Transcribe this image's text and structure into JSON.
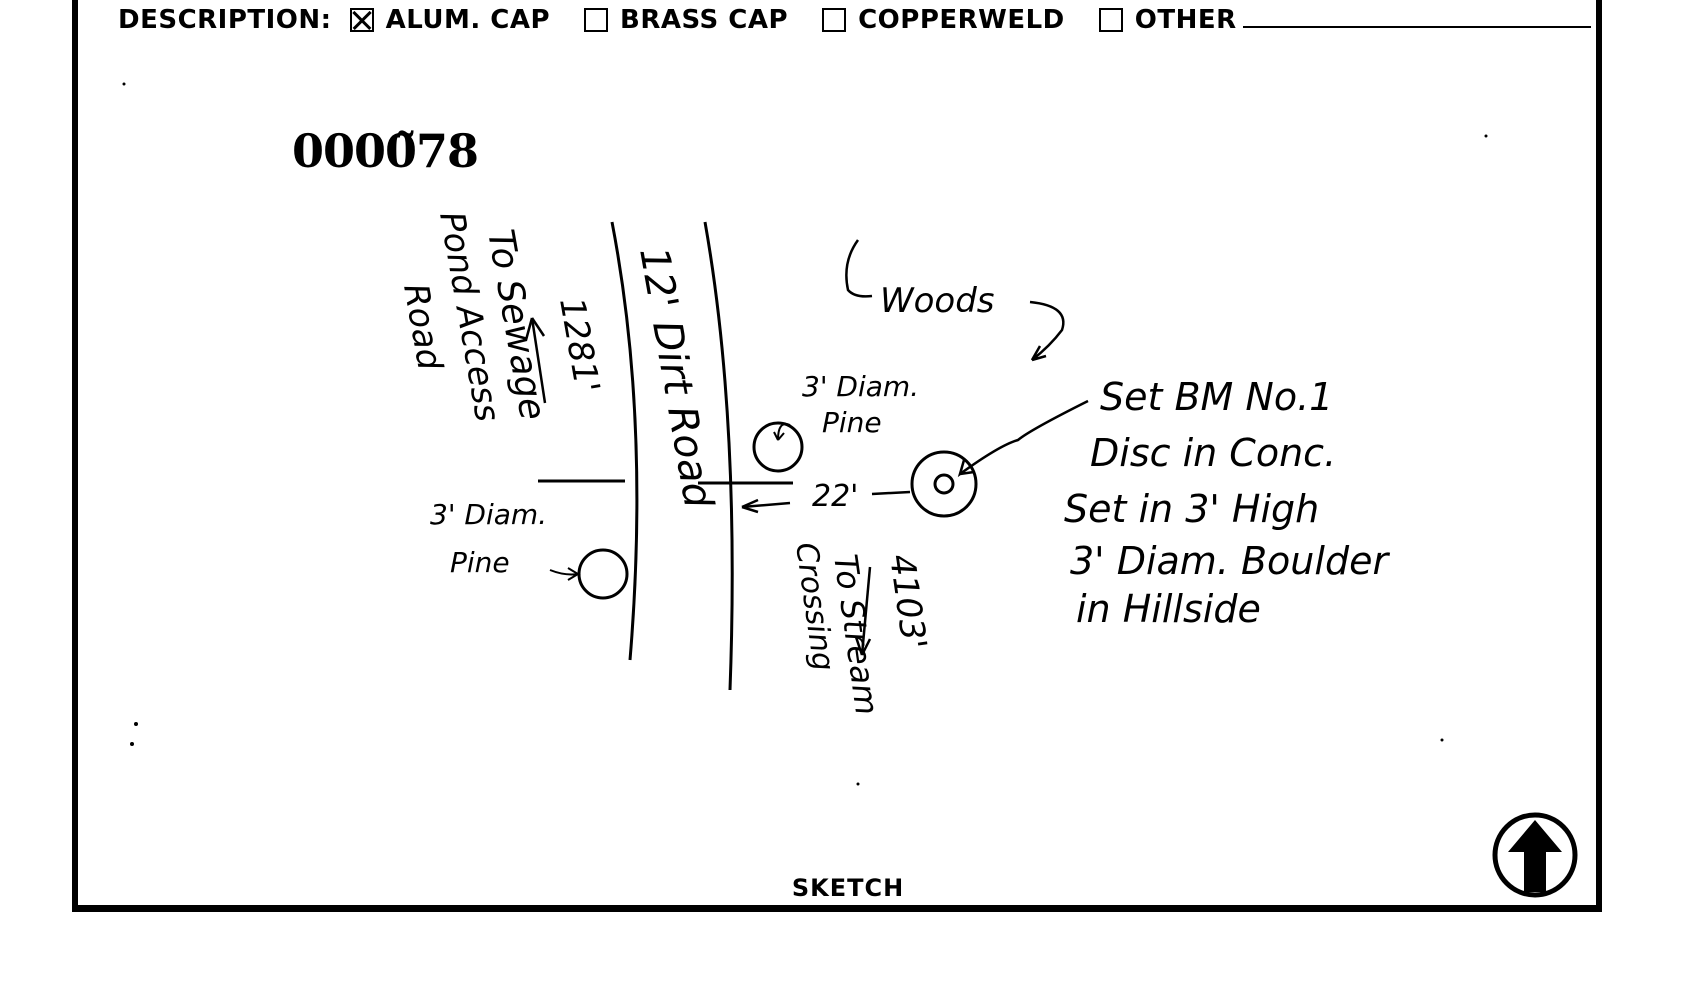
{
  "description": {
    "label": "DESCRIPTION:",
    "options": [
      {
        "label": "ALUM. CAP",
        "checked": true
      },
      {
        "label": "BRASS CAP",
        "checked": false
      },
      {
        "label": "COPPERWELD",
        "checked": false
      },
      {
        "label": "OTHER",
        "checked": false
      }
    ]
  },
  "serial_number": "0000̃78",
  "sketch": {
    "label": "SKETCH",
    "notes": {
      "road": "12' Dirt Road",
      "to_sewage": "To Sewage",
      "pond_access_1": "Pond Access",
      "pond_access_2": "Road",
      "dist_1281": "1281'",
      "woods": "Woods",
      "pine_1a": "3' Diam.",
      "pine_1b": "Pine",
      "pine_2a": "3' Diam.",
      "pine_2b": "Pine",
      "dist_22": "22'",
      "to_stream": "To Stream",
      "crossing": "Crossing",
      "dist_4103": "4103'",
      "bm_1": "Set BM No.1",
      "bm_2": "Disc in Conc.",
      "bm_3": "Set in 3' High",
      "bm_4": "3' Diam. Boulder",
      "bm_5": "in Hillside"
    }
  },
  "north_arrow": {
    "icon": "north-arrow-icon"
  }
}
